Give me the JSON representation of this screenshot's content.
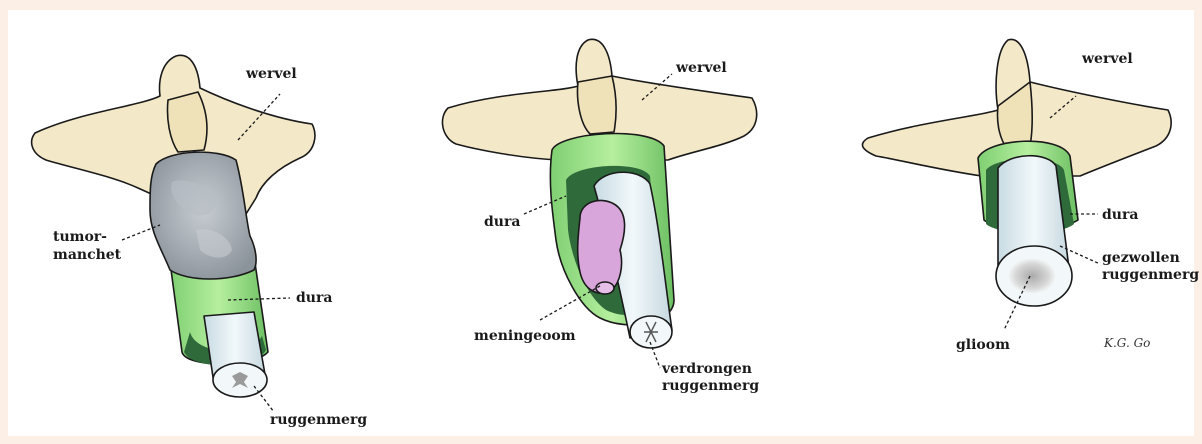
{
  "figures": [
    {
      "wervel": "wervel",
      "tumor_line1": "tumor-",
      "tumor_line2": "manchet",
      "dura": "dura",
      "ruggenmerg": "ruggenmerg"
    },
    {
      "wervel": "wervel",
      "dura": "dura",
      "meningeoom": "meningeoom",
      "verdrongen_line1": "verdrongen",
      "verdrongen_line2": "ruggenmerg"
    },
    {
      "wervel": "wervel",
      "dura": "dura",
      "gezwollen_line1": "gezwollen",
      "gezwollen_line2": "ruggenmerg",
      "glioom": "glioom",
      "signature": "K.G. Go"
    }
  ],
  "colors": {
    "border": "#fcefe6",
    "bone": "#f3e8c8",
    "dura": "#9ee08e",
    "dura_dark": "#2f6a3a",
    "cord": "#e3f0f4",
    "tumor": "#a9b0b6",
    "meningioma": "#d9a6dc"
  }
}
